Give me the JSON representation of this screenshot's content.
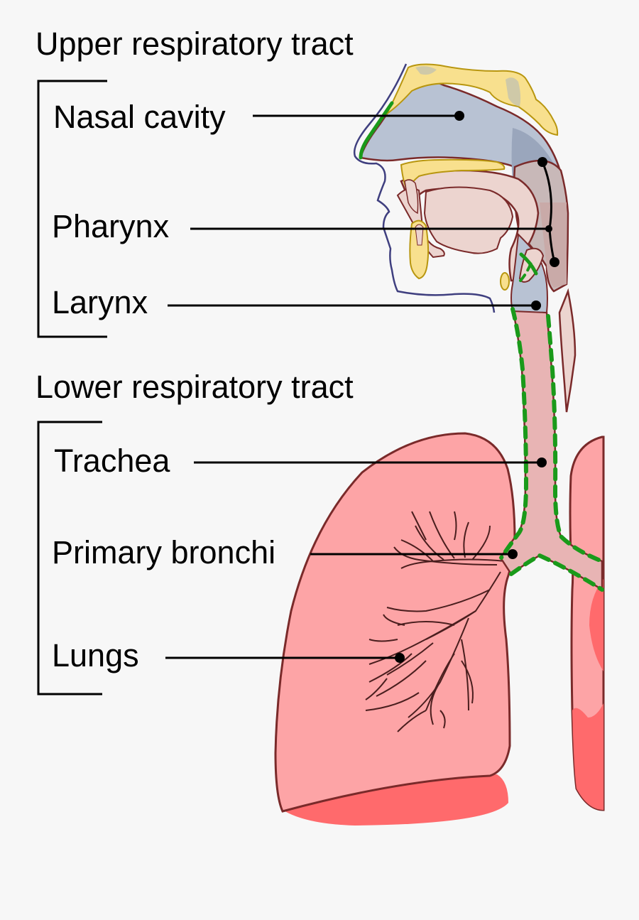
{
  "sections": [
    {
      "heading": "Upper respiratory tract",
      "labels": [
        "Nasal cavity",
        "Pharynx",
        "Larynx"
      ]
    },
    {
      "heading": "Lower respiratory tract",
      "labels": [
        "Trachea",
        "Primary bronchi",
        "Lungs"
      ]
    }
  ],
  "colors": {
    "background": "#f7f7f7",
    "nasal_cavity": "#b8c2d3",
    "bone": "#f8e08e",
    "bone_outline": "#b8960f",
    "soft_tissue": "#ecd4cf",
    "trachea": "#e8b4b4",
    "lung": "#fda4a6",
    "lung_shadow": "#ff6a6c",
    "outline": "#7a2a2a",
    "mucosa": "#1a9a1a",
    "skin_outline": "#3f3f7f"
  }
}
